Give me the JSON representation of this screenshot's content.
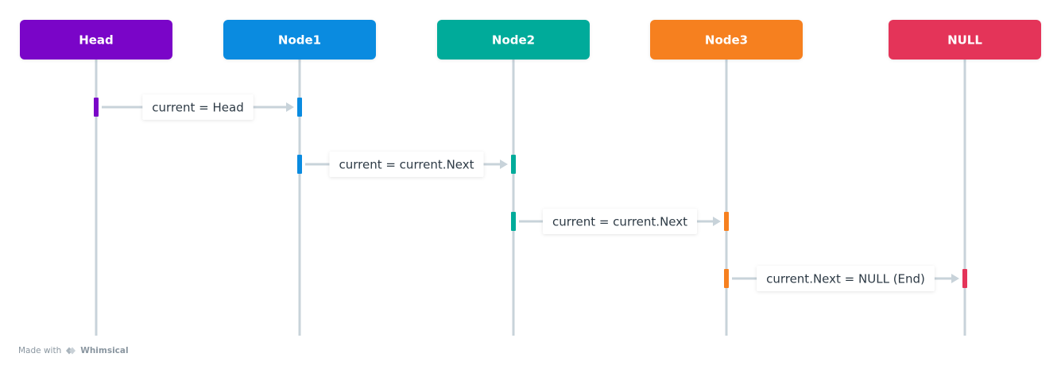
{
  "actors": [
    {
      "label": "Head",
      "color": "#7a05c8"
    },
    {
      "label": "Node1",
      "color": "#0a8be0"
    },
    {
      "label": "Node2",
      "color": "#00ab9a"
    },
    {
      "label": "Node3",
      "color": "#f6801f"
    },
    {
      "label": "NULL",
      "color": "#e43459"
    }
  ],
  "messages": [
    {
      "from": "Head",
      "to": "Node1",
      "label": "current = Head"
    },
    {
      "from": "Node1",
      "to": "Node2",
      "label": "current = current.Next"
    },
    {
      "from": "Node2",
      "to": "Node3",
      "label": "current = current.Next"
    },
    {
      "from": "Node3",
      "to": "NULL",
      "label": "current.Next = NULL (End)"
    }
  ],
  "colors": {
    "lifeline": "#c8d3da",
    "message_text": "#2d3a45"
  },
  "footer": {
    "made_with": "Made with",
    "brand": "Whimsical",
    "logo_icon": "whimsical-logo-icon"
  }
}
